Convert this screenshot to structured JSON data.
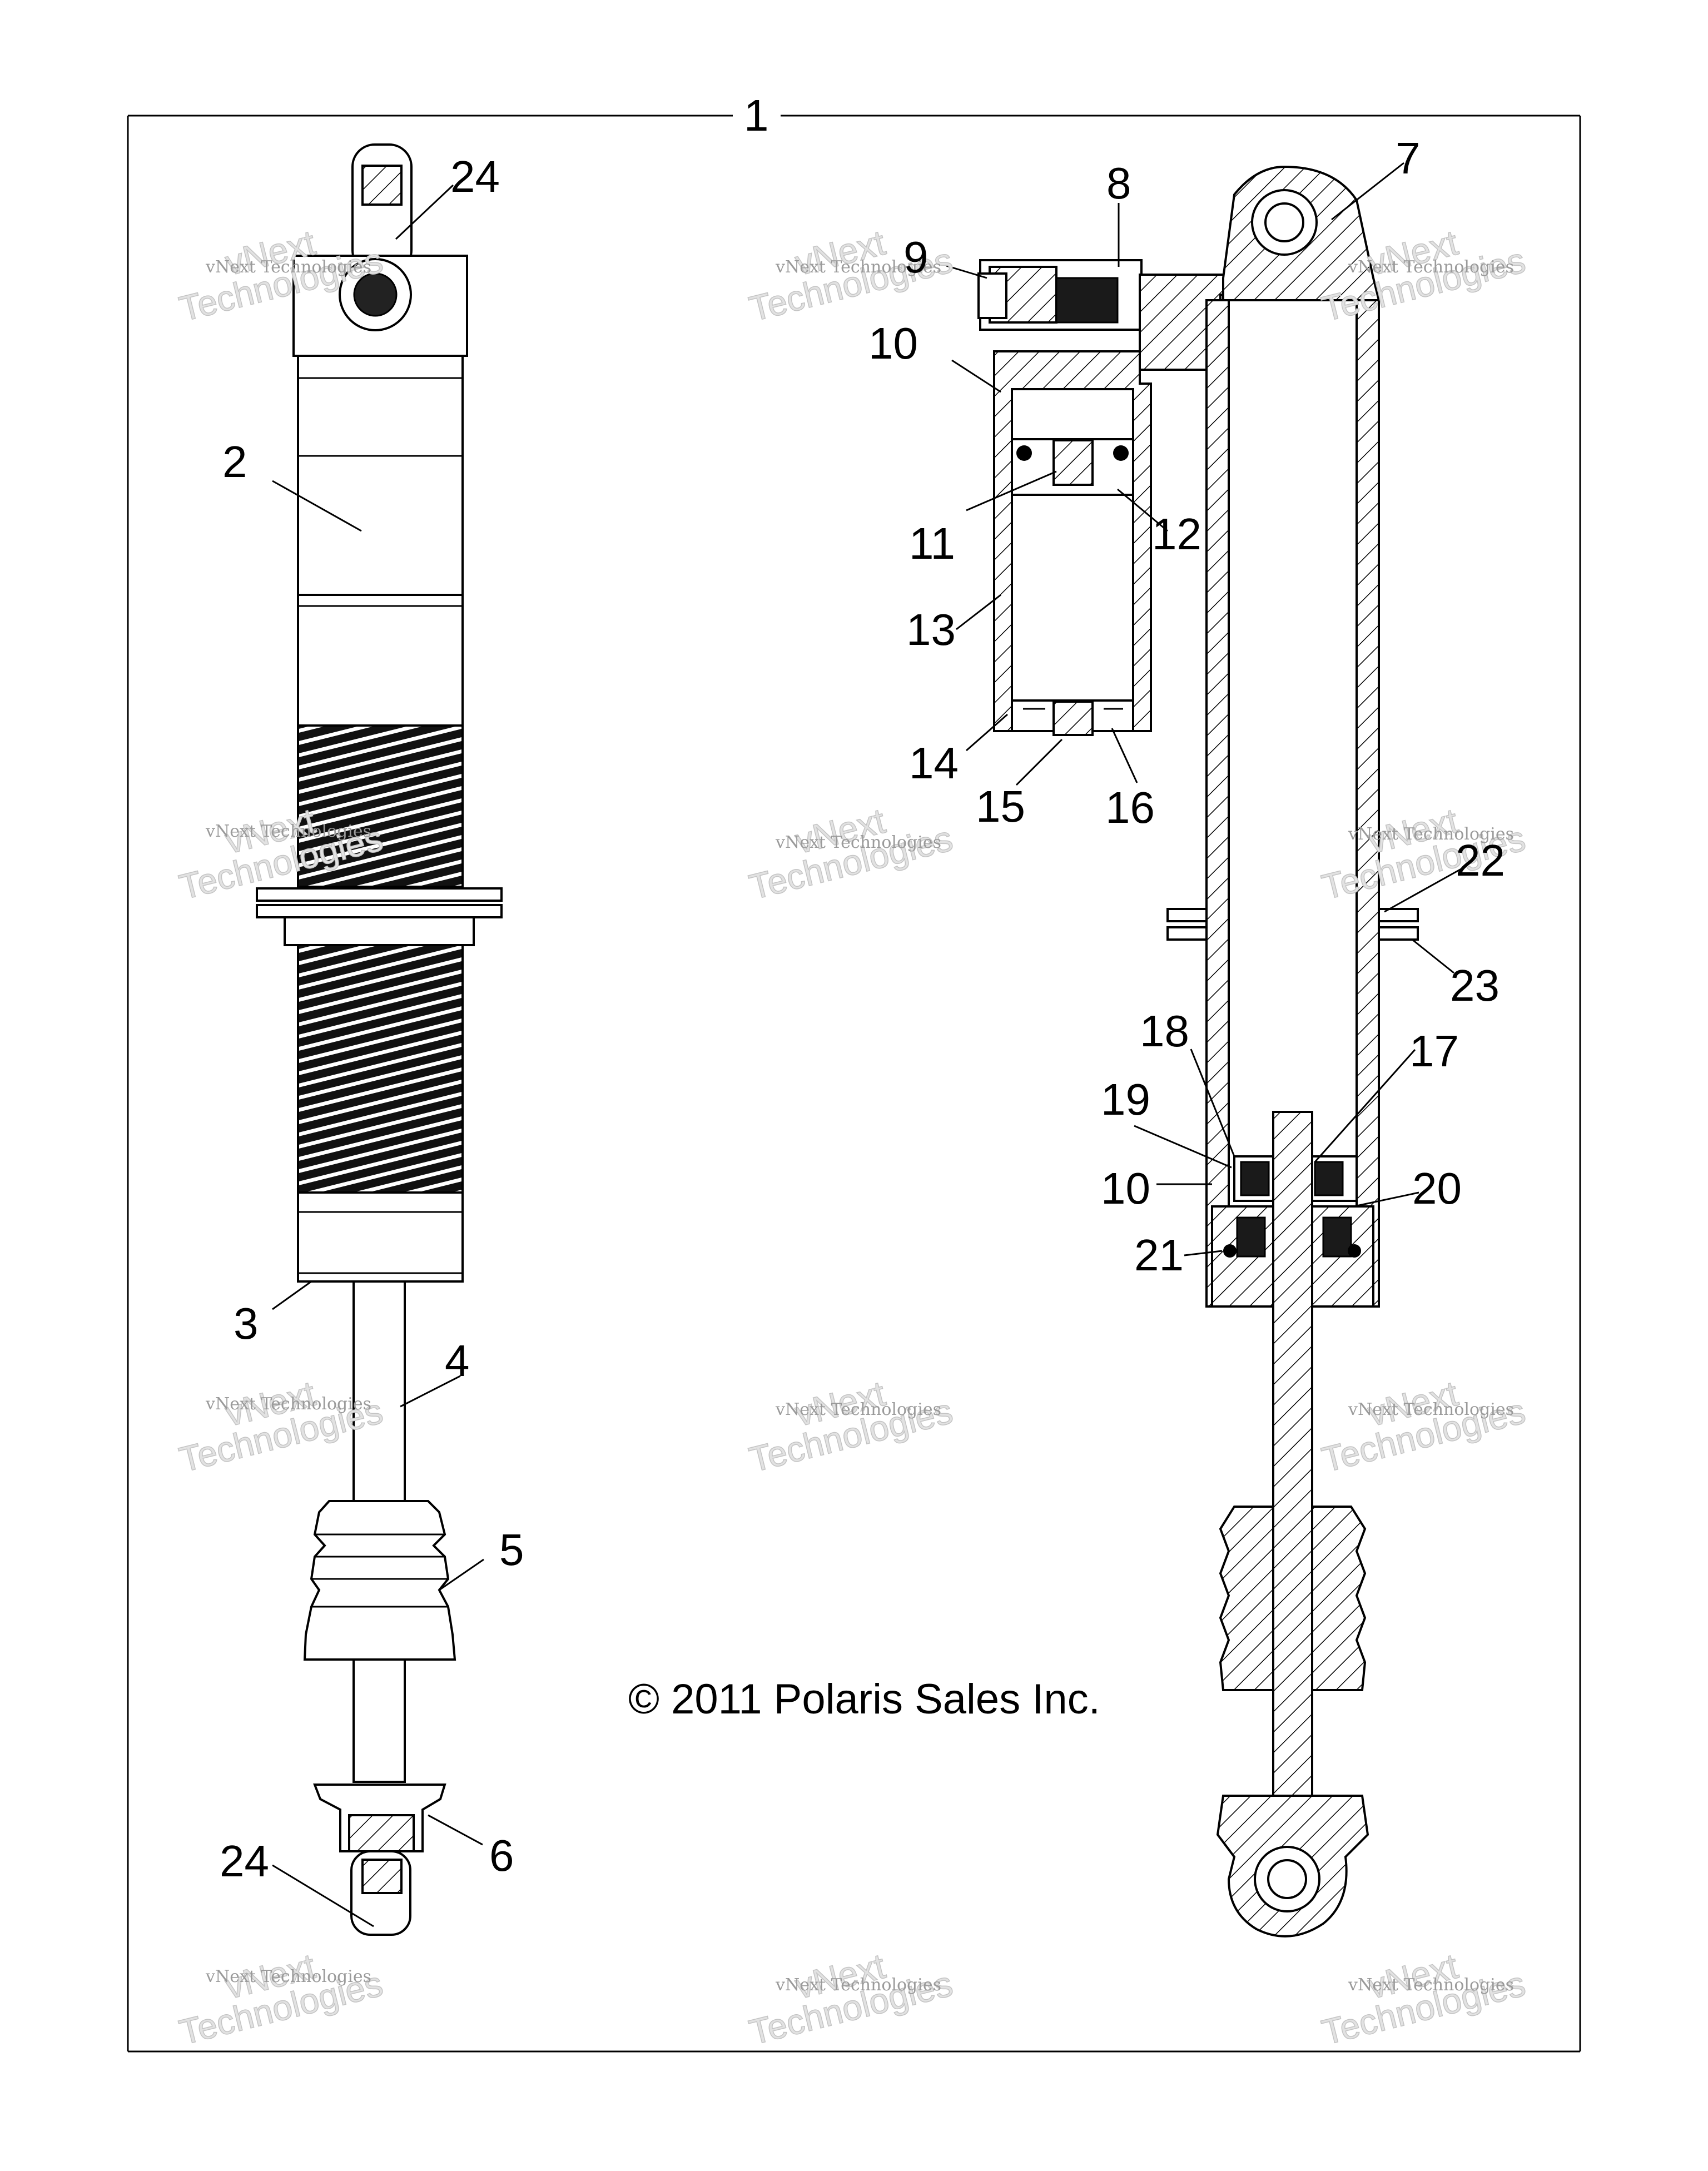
{
  "copyright": "© 2011 Polaris Sales Inc.",
  "watermark": {
    "line1": "vNext Technologies",
    "line2a": "vNext",
    "line2b": "Technologies"
  },
  "callouts": {
    "c1": "1",
    "c2": "2",
    "c3": "3",
    "c4": "4",
    "c5": "5",
    "c6": "6",
    "c7": "7",
    "c8": "8",
    "c9": "9",
    "c10a": "10",
    "c10b": "10",
    "c11": "11",
    "c12": "12",
    "c13": "13",
    "c14": "14",
    "c15": "15",
    "c16": "16",
    "c17": "17",
    "c18": "18",
    "c19": "19",
    "c20": "20",
    "c21": "21",
    "c22": "22",
    "c23": "23",
    "c24a": "24",
    "c24b": "24"
  },
  "colors": {
    "line": "#000000",
    "watermark": "#9a9a9a",
    "background": "#ffffff"
  }
}
